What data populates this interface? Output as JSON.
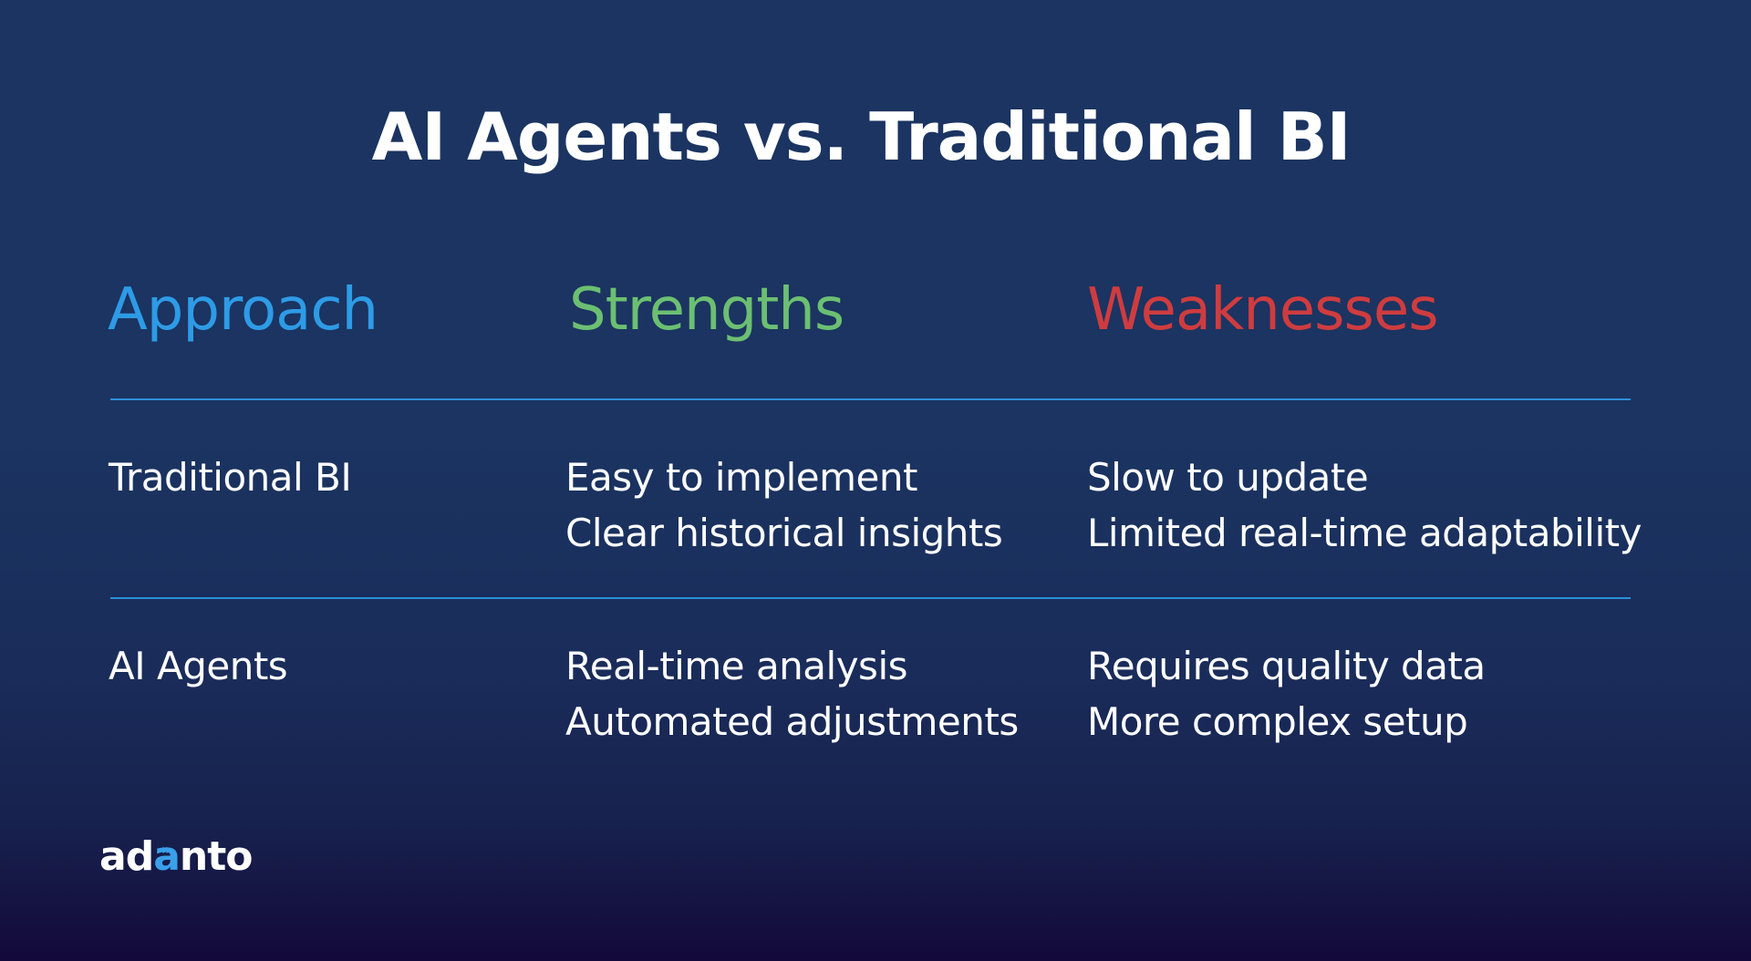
{
  "slide": {
    "title": "AI Agents vs. Traditional BI",
    "colors": {
      "approach": "#2e9be6",
      "strengths": "#6cbf72",
      "weaknesses": "#cf3c3f",
      "divider": "#2e8fd8"
    },
    "columns": [
      {
        "label": "Approach"
      },
      {
        "label": "Strengths"
      },
      {
        "label": "Weaknesses"
      }
    ],
    "rows": [
      {
        "approach": "Traditional BI",
        "strengths": [
          "Easy to implement",
          "Clear historical insights"
        ],
        "weaknesses": [
          "Slow to update",
          "Limited real-time adaptability"
        ]
      },
      {
        "approach": "AI Agents",
        "strengths": [
          "Real-time analysis",
          "Automated adjustments"
        ],
        "weaknesses": [
          "Requires quality data",
          "More complex setup"
        ]
      }
    ]
  },
  "logo": {
    "prefix": "ad",
    "accent": "a",
    "suffix": "nto",
    "mark": "▸▸"
  }
}
